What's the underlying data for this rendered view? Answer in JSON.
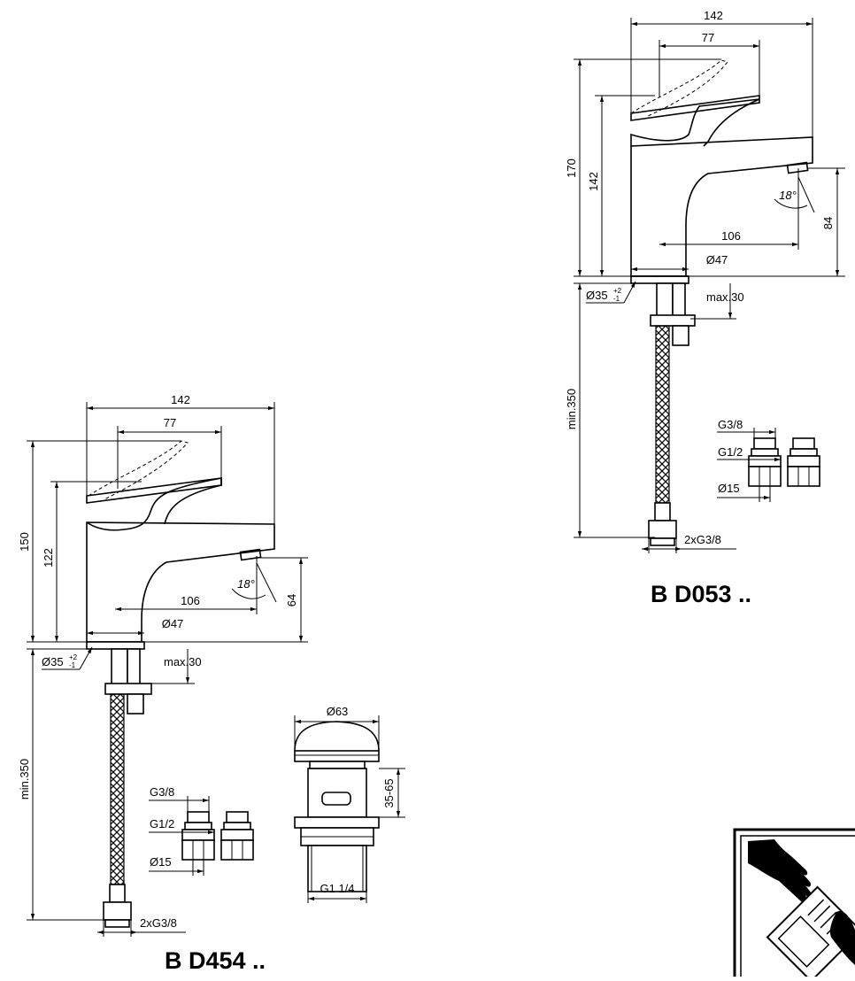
{
  "right_faucet": {
    "label": "B D053 ..",
    "dims": {
      "width_total": "142",
      "lever_width": "77",
      "height_total": "170",
      "body_height": "142",
      "reach": "106",
      "base_diameter": "Ø47",
      "spout_height": "84",
      "angle": "18°",
      "hole_diameter": "Ø35",
      "hole_tol_plus": "+2",
      "hole_tol_minus": "-1",
      "max_thickness": "max.30",
      "hose_length": "min.350",
      "hose_thread": "2xG3/8",
      "conn_g38": "G3/8",
      "conn_g12": "G1/2",
      "conn_d15": "Ø15"
    }
  },
  "left_faucet": {
    "label": "B D454 ..",
    "dims": {
      "width_total": "142",
      "lever_width": "77",
      "height_total": "150",
      "body_height": "122",
      "reach": "106",
      "base_diameter": "Ø47",
      "spout_height": "64",
      "angle": "18°",
      "hole_diameter": "Ø35",
      "hole_tol_plus": "+2",
      "hole_tol_minus": "-1",
      "max_thickness": "max.30",
      "hose_length": "min.350",
      "hose_thread": "2xG3/8",
      "conn_g38": "G3/8",
      "conn_g12": "G1/2",
      "conn_d15": "Ø15"
    }
  },
  "waste": {
    "cap_diameter": "Ø63",
    "adjust_range": "35-65",
    "thread": "G1 1/4"
  },
  "icons": {
    "instructions_badge": "hand-and-instructions-icon"
  }
}
